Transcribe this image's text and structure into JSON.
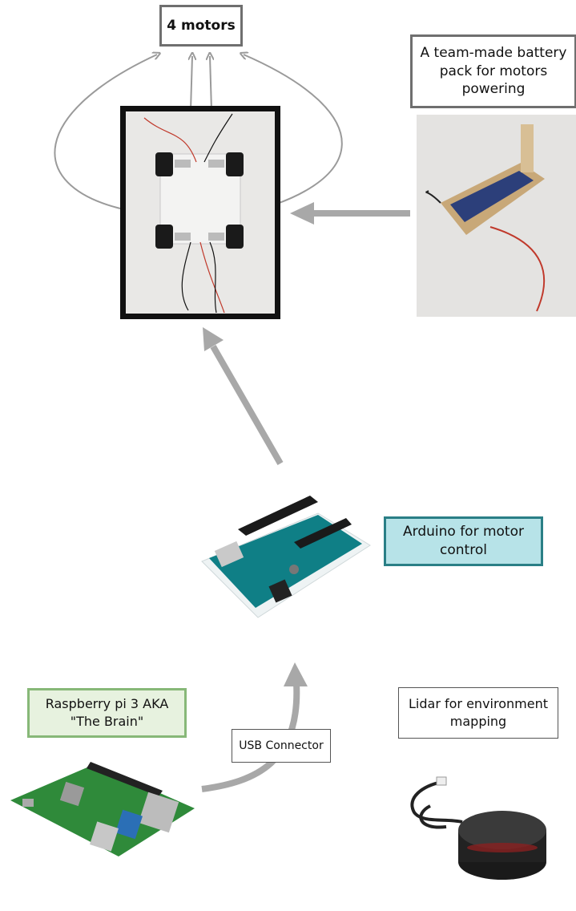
{
  "labels": {
    "motors": "4 motors",
    "battery": "A team-made battery pack for motors powering",
    "arduino": "Arduino for motor control",
    "rpi": "Raspberry pi 3 AKA \"The Brain\"",
    "usb": "USB Connector",
    "lidar": "Lidar for environment mapping"
  },
  "colors": {
    "arrow": "#a8a8a8",
    "thin_arrow": "#9a9a9a",
    "arduino_border": "#2a7f86",
    "arduino_fill": "#b7e3e8",
    "rpi_border": "#87b878",
    "rpi_fill": "#e7f2df",
    "box_border": "#6f6f6f"
  },
  "images": {
    "chassis": "robot-chassis-photo",
    "battery": "battery-pack-photo",
    "arduino": "arduino-board-photo",
    "rpi": "raspberry-pi-board-photo",
    "lidar": "lidar-sensor-photo"
  }
}
